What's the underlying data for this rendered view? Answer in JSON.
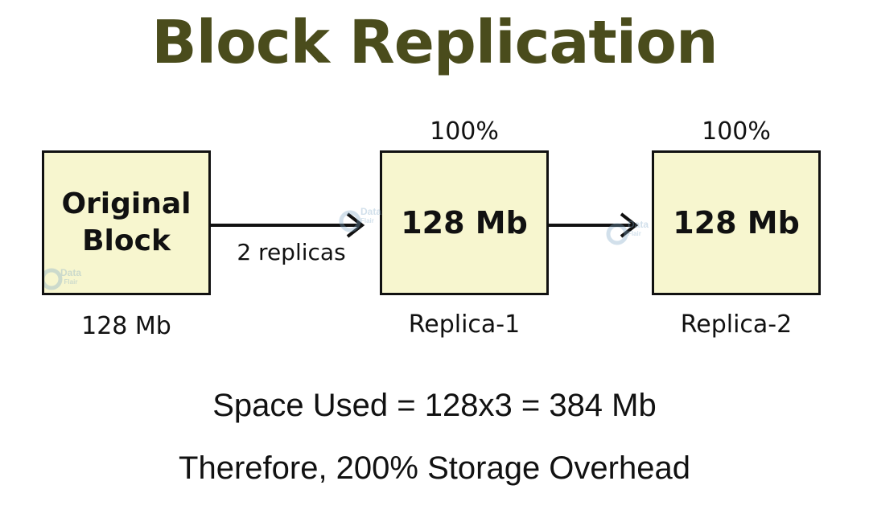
{
  "title": "Block Replication",
  "colors": {
    "title": "#4a4c1c",
    "box_fill": "#f7f6cf",
    "box_border": "#111111",
    "arrow": "#111111",
    "text": "#111111",
    "watermark": "#7fa8c8"
  },
  "original": {
    "line1": "Original",
    "line2": "Block",
    "size_label": "128 Mb"
  },
  "arrow_label": "2 replicas",
  "replicas": [
    {
      "percent": "100%",
      "size": "128 Mb",
      "name": "Replica-1"
    },
    {
      "percent": "100%",
      "size": "128 Mb",
      "name": "Replica-2"
    }
  ],
  "watermark": {
    "line1": "Data",
    "line2": "Flair"
  },
  "summary": {
    "space_used": "Space Used = 128x3 = 384 Mb",
    "overhead": "Therefore, 200% Storage Overhead"
  }
}
